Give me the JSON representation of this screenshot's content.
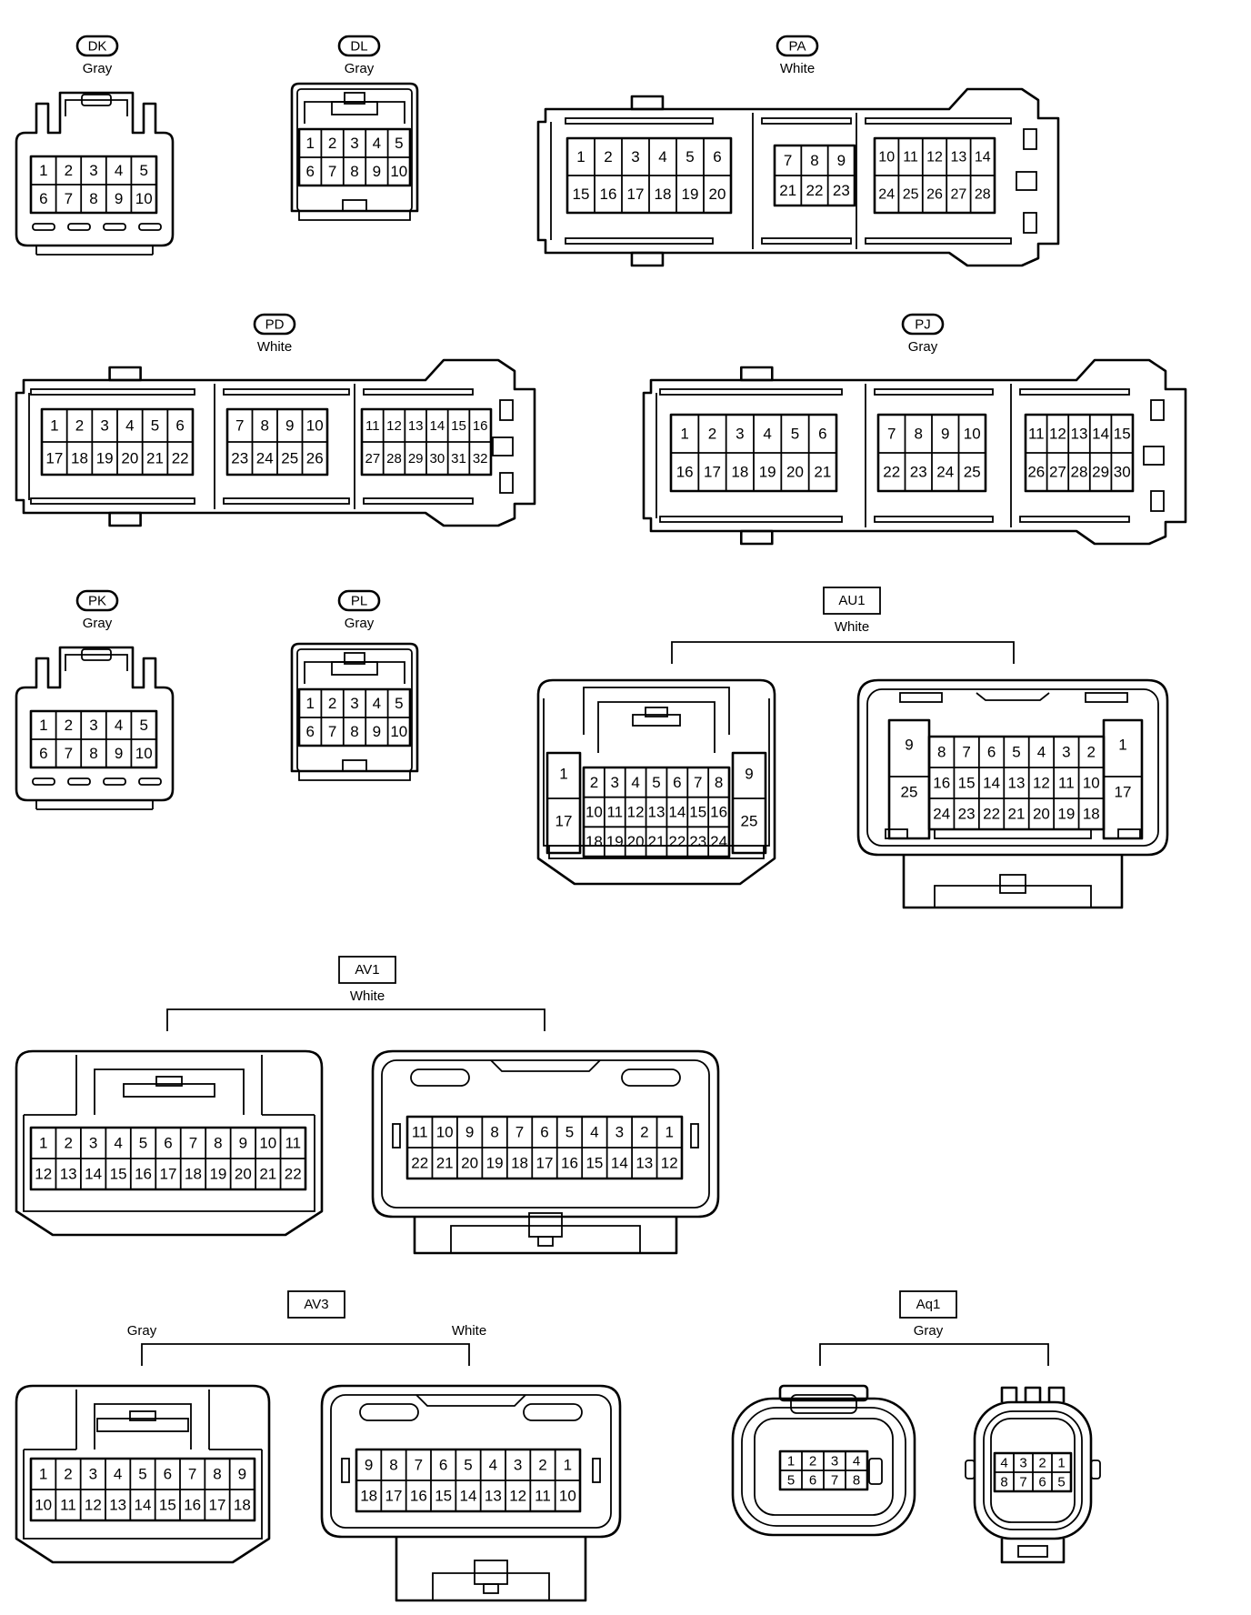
{
  "connectors": [
    {
      "code": "DK",
      "label_style": "oval",
      "colors": [
        "Gray"
      ],
      "shells": [
        {
          "pins": [
            [
              "1",
              "2",
              "3",
              "4",
              "5"
            ],
            [
              "6",
              "7",
              "8",
              "9",
              "10"
            ]
          ]
        }
      ]
    },
    {
      "code": "DL",
      "label_style": "oval",
      "colors": [
        "Gray"
      ],
      "shells": [
        {
          "pins": [
            [
              "1",
              "2",
              "3",
              "4",
              "5"
            ],
            [
              "6",
              "7",
              "8",
              "9",
              "10"
            ]
          ]
        }
      ]
    },
    {
      "code": "PA",
      "label_style": "oval",
      "colors": [
        "White"
      ],
      "shells": [
        {
          "blocks": [
            [
              [
                "1",
                "2",
                "3",
                "4",
                "5",
                "6"
              ],
              [
                "15",
                "16",
                "17",
                "18",
                "19",
                "20"
              ]
            ],
            [
              [
                "7",
                "8",
                "9"
              ],
              [
                "21",
                "22",
                "23"
              ]
            ],
            [
              [
                "10",
                "11",
                "12",
                "13",
                "14"
              ],
              [
                "24",
                "25",
                "26",
                "27",
                "28"
              ]
            ]
          ]
        }
      ]
    },
    {
      "code": "PD",
      "label_style": "oval",
      "colors": [
        "White"
      ],
      "shells": [
        {
          "blocks": [
            [
              [
                "1",
                "2",
                "3",
                "4",
                "5",
                "6"
              ],
              [
                "17",
                "18",
                "19",
                "20",
                "21",
                "22"
              ]
            ],
            [
              [
                "7",
                "8",
                "9",
                "10"
              ],
              [
                "23",
                "24",
                "25",
                "26"
              ]
            ],
            [
              [
                "11",
                "12",
                "13",
                "14",
                "15",
                "16"
              ],
              [
                "27",
                "28",
                "29",
                "30",
                "31",
                "32"
              ]
            ]
          ]
        }
      ]
    },
    {
      "code": "PJ",
      "label_style": "oval",
      "colors": [
        "Gray"
      ],
      "shells": [
        {
          "blocks": [
            [
              [
                "1",
                "2",
                "3",
                "4",
                "5",
                "6"
              ],
              [
                "16",
                "17",
                "18",
                "19",
                "20",
                "21"
              ]
            ],
            [
              [
                "7",
                "8",
                "9",
                "10"
              ],
              [
                "22",
                "23",
                "24",
                "25"
              ]
            ],
            [
              [
                "11",
                "12",
                "13",
                "14",
                "15"
              ],
              [
                "26",
                "27",
                "28",
                "29",
                "30"
              ]
            ]
          ]
        }
      ]
    },
    {
      "code": "PK",
      "label_style": "oval",
      "colors": [
        "Gray"
      ],
      "shells": [
        {
          "pins": [
            [
              "1",
              "2",
              "3",
              "4",
              "5"
            ],
            [
              "6",
              "7",
              "8",
              "9",
              "10"
            ]
          ]
        }
      ]
    },
    {
      "code": "PL",
      "label_style": "oval",
      "colors": [
        "Gray"
      ],
      "shells": [
        {
          "pins": [
            [
              "1",
              "2",
              "3",
              "4",
              "5"
            ],
            [
              "6",
              "7",
              "8",
              "9",
              "10"
            ]
          ]
        }
      ]
    },
    {
      "code": "AU1",
      "label_style": "box",
      "colors": [
        "White"
      ],
      "shells": [
        {
          "side_left": [
            "1",
            "17"
          ],
          "side_right": [
            "9",
            "25"
          ],
          "pins": [
            [
              "2",
              "3",
              "4",
              "5",
              "6",
              "7",
              "8"
            ],
            [
              "10",
              "11",
              "12",
              "13",
              "14",
              "15",
              "16"
            ],
            [
              "18",
              "19",
              "20",
              "21",
              "22",
              "23",
              "24"
            ]
          ]
        },
        {
          "side_left": [
            "9",
            "25"
          ],
          "side_right": [
            "1",
            "17"
          ],
          "pins": [
            [
              "8",
              "7",
              "6",
              "5",
              "4",
              "3",
              "2"
            ],
            [
              "16",
              "15",
              "14",
              "13",
              "12",
              "11",
              "10"
            ],
            [
              "24",
              "23",
              "22",
              "21",
              "20",
              "19",
              "18"
            ]
          ]
        }
      ]
    },
    {
      "code": "AV1",
      "label_style": "box",
      "colors": [
        "White"
      ],
      "shells": [
        {
          "pins": [
            [
              "1",
              "2",
              "3",
              "4",
              "5",
              "6",
              "7",
              "8",
              "9",
              "10",
              "11"
            ],
            [
              "12",
              "13",
              "14",
              "15",
              "16",
              "17",
              "18",
              "19",
              "20",
              "21",
              "22"
            ]
          ]
        },
        {
          "pins": [
            [
              "11",
              "10",
              "9",
              "8",
              "7",
              "6",
              "5",
              "4",
              "3",
              "2",
              "1"
            ],
            [
              "22",
              "21",
              "20",
              "19",
              "18",
              "17",
              "16",
              "15",
              "14",
              "13",
              "12"
            ]
          ]
        }
      ]
    },
    {
      "code": "AV3",
      "label_style": "box",
      "colors": [
        "Gray",
        "White"
      ],
      "shells": [
        {
          "pins": [
            [
              "1",
              "2",
              "3",
              "4",
              "5",
              "6",
              "7",
              "8",
              "9"
            ],
            [
              "10",
              "11",
              "12",
              "13",
              "14",
              "15",
              "16",
              "17",
              "18"
            ]
          ]
        },
        {
          "pins": [
            [
              "9",
              "8",
              "7",
              "6",
              "5",
              "4",
              "3",
              "2",
              "1"
            ],
            [
              "18",
              "17",
              "16",
              "15",
              "14",
              "13",
              "12",
              "11",
              "10"
            ]
          ]
        }
      ]
    },
    {
      "code": "Aq1",
      "label_style": "box",
      "colors": [
        "Gray"
      ],
      "shells": [
        {
          "pins": [
            [
              "1",
              "2",
              "3",
              "4"
            ],
            [
              "5",
              "6",
              "7",
              "8"
            ]
          ]
        },
        {
          "pins": [
            [
              "4",
              "3",
              "2",
              "1"
            ],
            [
              "8",
              "7",
              "6",
              "5"
            ]
          ]
        }
      ]
    }
  ]
}
